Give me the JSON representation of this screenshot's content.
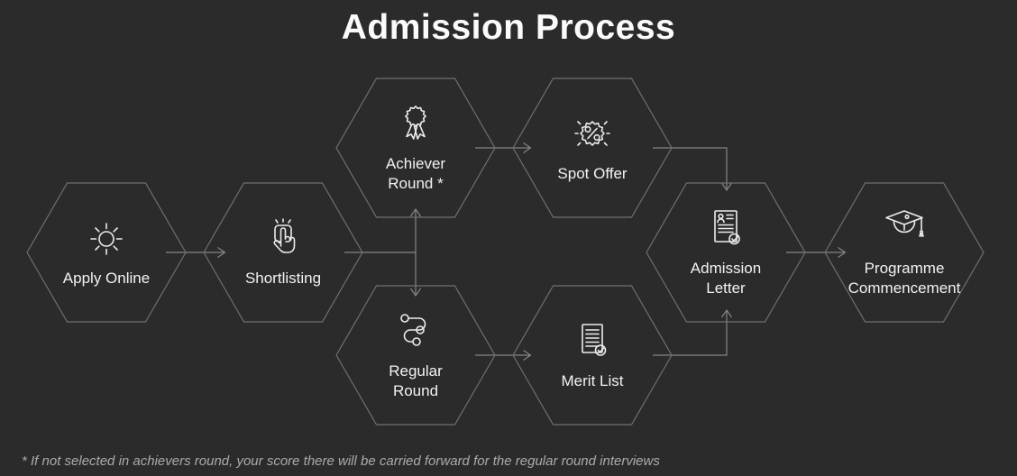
{
  "header": {
    "title": "Admission Process"
  },
  "footnote": {
    "text": "* If not selected in achievers round, your score there will be carried forward for the regular round interviews"
  },
  "steps": [
    {
      "label": "Apply Online",
      "icon": "sun-icon"
    },
    {
      "label": "Shortlisting",
      "icon": "tap-finger-icon"
    },
    {
      "label": "Achiever Round *",
      "icon": "award-rosette-icon"
    },
    {
      "label": "Spot Offer",
      "icon": "percent-badge-icon"
    },
    {
      "label": "Regular Round",
      "icon": "route-icon"
    },
    {
      "label": "Merit List",
      "icon": "document-check-icon"
    },
    {
      "label": "Admission Letter",
      "icon": "letter-check-icon"
    },
    {
      "label": "Programme Commencement",
      "icon": "graduation-cap-icon"
    }
  ],
  "colors": {
    "background": "#2b2b2b",
    "hexagon_border": "#6f6f6f",
    "connector_line": "#858585",
    "icon_stroke": "#ececec",
    "label_text": "#f2f2f2",
    "title_text": "#fbfbfb",
    "footnote_text": "#ababab"
  }
}
